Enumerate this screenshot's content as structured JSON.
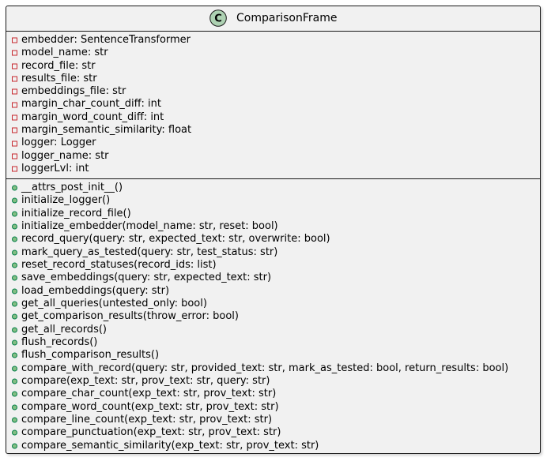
{
  "diagram": {
    "class": {
      "stereotype_letter": "C",
      "name": "ComparisonFrame",
      "colors": {
        "border": "#181818",
        "fill": "#f1f1f1",
        "badge_fill": "#add1b2",
        "private_marker": "#c82930",
        "public_marker": "#038048"
      },
      "fields": [
        {
          "visibility": "private",
          "text": "embedder: SentenceTransformer"
        },
        {
          "visibility": "private",
          "text": "model_name: str"
        },
        {
          "visibility": "private",
          "text": "record_file: str"
        },
        {
          "visibility": "private",
          "text": "results_file: str"
        },
        {
          "visibility": "private",
          "text": "embeddings_file: str"
        },
        {
          "visibility": "private",
          "text": "margin_char_count_diff: int"
        },
        {
          "visibility": "private",
          "text": "margin_word_count_diff: int"
        },
        {
          "visibility": "private",
          "text": "margin_semantic_similarity: float"
        },
        {
          "visibility": "private",
          "text": "logger: Logger"
        },
        {
          "visibility": "private",
          "text": "logger_name: str"
        },
        {
          "visibility": "private",
          "text": "loggerLvl: int"
        }
      ],
      "methods": [
        {
          "visibility": "public",
          "text": "__attrs_post_init__()"
        },
        {
          "visibility": "public",
          "text": "initialize_logger()"
        },
        {
          "visibility": "public",
          "text": "initialize_record_file()"
        },
        {
          "visibility": "public",
          "text": "initialize_embedder(model_name: str, reset: bool)"
        },
        {
          "visibility": "public",
          "text": "record_query(query: str, expected_text: str, overwrite: bool)"
        },
        {
          "visibility": "public",
          "text": "mark_query_as_tested(query: str, test_status: str)"
        },
        {
          "visibility": "public",
          "text": "reset_record_statuses(record_ids: list)"
        },
        {
          "visibility": "public",
          "text": "save_embeddings(query: str, expected_text: str)"
        },
        {
          "visibility": "public",
          "text": "load_embeddings(query: str)"
        },
        {
          "visibility": "public",
          "text": "get_all_queries(untested_only: bool)"
        },
        {
          "visibility": "public",
          "text": "get_comparison_results(throw_error: bool)"
        },
        {
          "visibility": "public",
          "text": "get_all_records()"
        },
        {
          "visibility": "public",
          "text": "flush_records()"
        },
        {
          "visibility": "public",
          "text": "flush_comparison_results()"
        },
        {
          "visibility": "public",
          "text": "compare_with_record(query: str, provided_text: str, mark_as_tested: bool, return_results: bool)"
        },
        {
          "visibility": "public",
          "text": "compare(exp_text: str, prov_text: str, query: str)"
        },
        {
          "visibility": "public",
          "text": "compare_char_count(exp_text: str, prov_text: str)"
        },
        {
          "visibility": "public",
          "text": "compare_word_count(exp_text: str, prov_text: str)"
        },
        {
          "visibility": "public",
          "text": "compare_line_count(exp_text: str, prov_text: str)"
        },
        {
          "visibility": "public",
          "text": "compare_punctuation(exp_text: str, prov_text: str)"
        },
        {
          "visibility": "public",
          "text": "compare_semantic_similarity(exp_text: str, prov_text: str)"
        }
      ]
    }
  }
}
